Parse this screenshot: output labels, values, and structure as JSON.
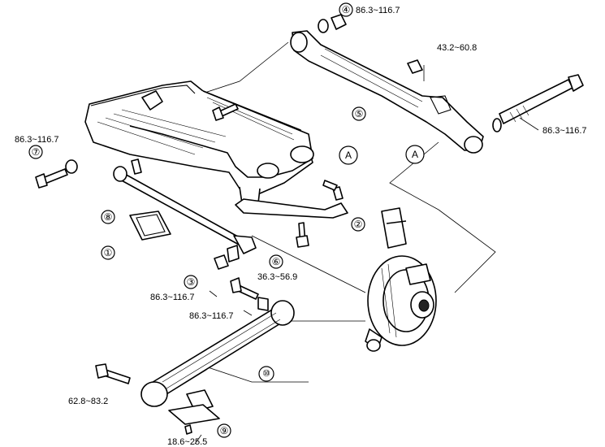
{
  "callouts": [
    {
      "id": "1",
      "label": "①"
    },
    {
      "id": "2",
      "label": "②"
    },
    {
      "id": "3",
      "label": "③"
    },
    {
      "id": "4",
      "label": "④"
    },
    {
      "id": "5",
      "label": "⑤"
    },
    {
      "id": "6",
      "label": "⑥"
    },
    {
      "id": "7",
      "label": "⑦"
    },
    {
      "id": "8",
      "label": "⑧"
    },
    {
      "id": "9",
      "label": "⑨"
    },
    {
      "id": "10",
      "label": "⑩"
    }
  ],
  "torque_specs": {
    "item4": "86.3~116.7",
    "nut_upper": "43.2~60.8",
    "bolt_long": "86.3~116.7",
    "item7": "86.3~116.7",
    "item6": "36.3~56.9",
    "item3": "86.3~116.7",
    "bolt_mid": "86.3~116.7",
    "bolt_lower": "62.8~83.2",
    "item9": "18.6~25.5"
  },
  "ref_marks": {
    "a_upper": "A",
    "a_lower": "A"
  }
}
